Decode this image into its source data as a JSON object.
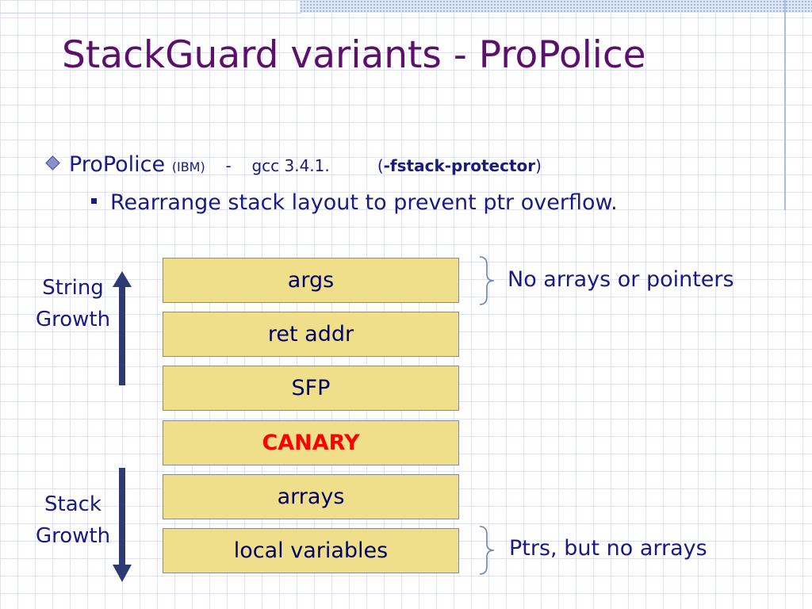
{
  "slide": {
    "title": "StackGuard variants - ProPolice",
    "bullet1": {
      "name": "ProPolice",
      "org": "(IBM)",
      "sep": "-",
      "gcc": "gcc 3.4.1.",
      "flag_open": "(",
      "flag": "-fstack-protector",
      "flag_close": ")"
    },
    "bullet2": "Rearrange stack layout to prevent ptr overflow."
  },
  "stack": [
    "args",
    "ret addr",
    "SFP",
    "CANARY",
    "arrays",
    "local variables"
  ],
  "labels": {
    "string_growth": [
      "String",
      "Growth"
    ],
    "stack_growth": [
      "Stack",
      "Growth"
    ]
  },
  "notes": {
    "top": "No arrays or pointers",
    "bottom": "Ptrs, but no arrays"
  },
  "colors": {
    "title": "#5c0f6b",
    "text": "#1a1a80",
    "box_fill": "#efdf8a",
    "canary": "#ff0000",
    "arrow": "#2e3a73"
  }
}
